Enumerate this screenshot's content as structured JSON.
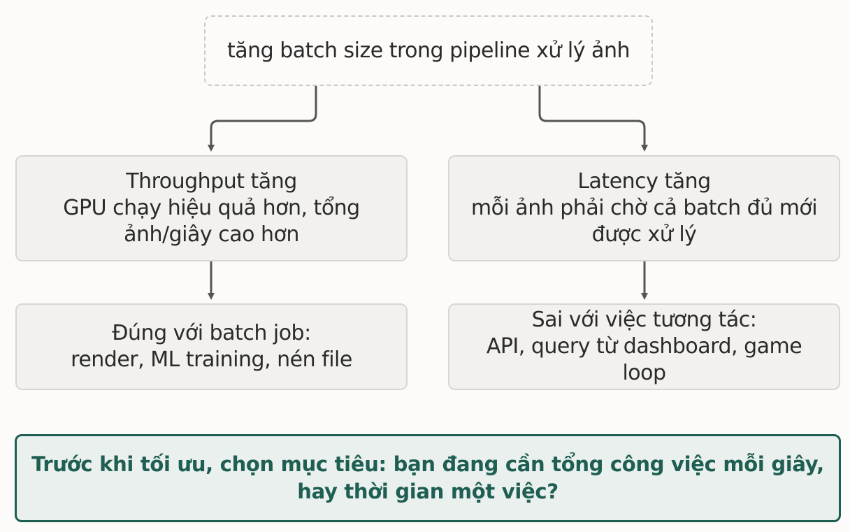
{
  "root": {
    "text": "tăng batch size trong pipeline xử lý ảnh"
  },
  "left_branch": {
    "effect_title": "Throughput tăng",
    "effect_detail_line1": "GPU chạy hiệu quả hơn, tổng",
    "effect_detail_line2": "ảnh/giây cao hơn",
    "fit_line1": "Đúng với batch job:",
    "fit_line2": "render, ML training, nén file"
  },
  "right_branch": {
    "effect_title": "Latency tăng",
    "effect_detail_line1": "mỗi ảnh phải chờ cả batch đủ mới",
    "effect_detail_line2": "được xử lý",
    "fit_line1": "Sai với việc tương tác:",
    "fit_line2": "API, query từ dashboard, game",
    "fit_line3": "loop"
  },
  "conclusion": {
    "line1": "Trước khi tối ưu, chọn mục tiêu: bạn đang cần tổng công việc mỗi giây,",
    "line2": "hay thời gian một việc?"
  },
  "colors": {
    "edge": "#555555",
    "accent": "#1f5e52",
    "node_fill": "#f2f1ee",
    "node_border": "#d6d6d3"
  }
}
